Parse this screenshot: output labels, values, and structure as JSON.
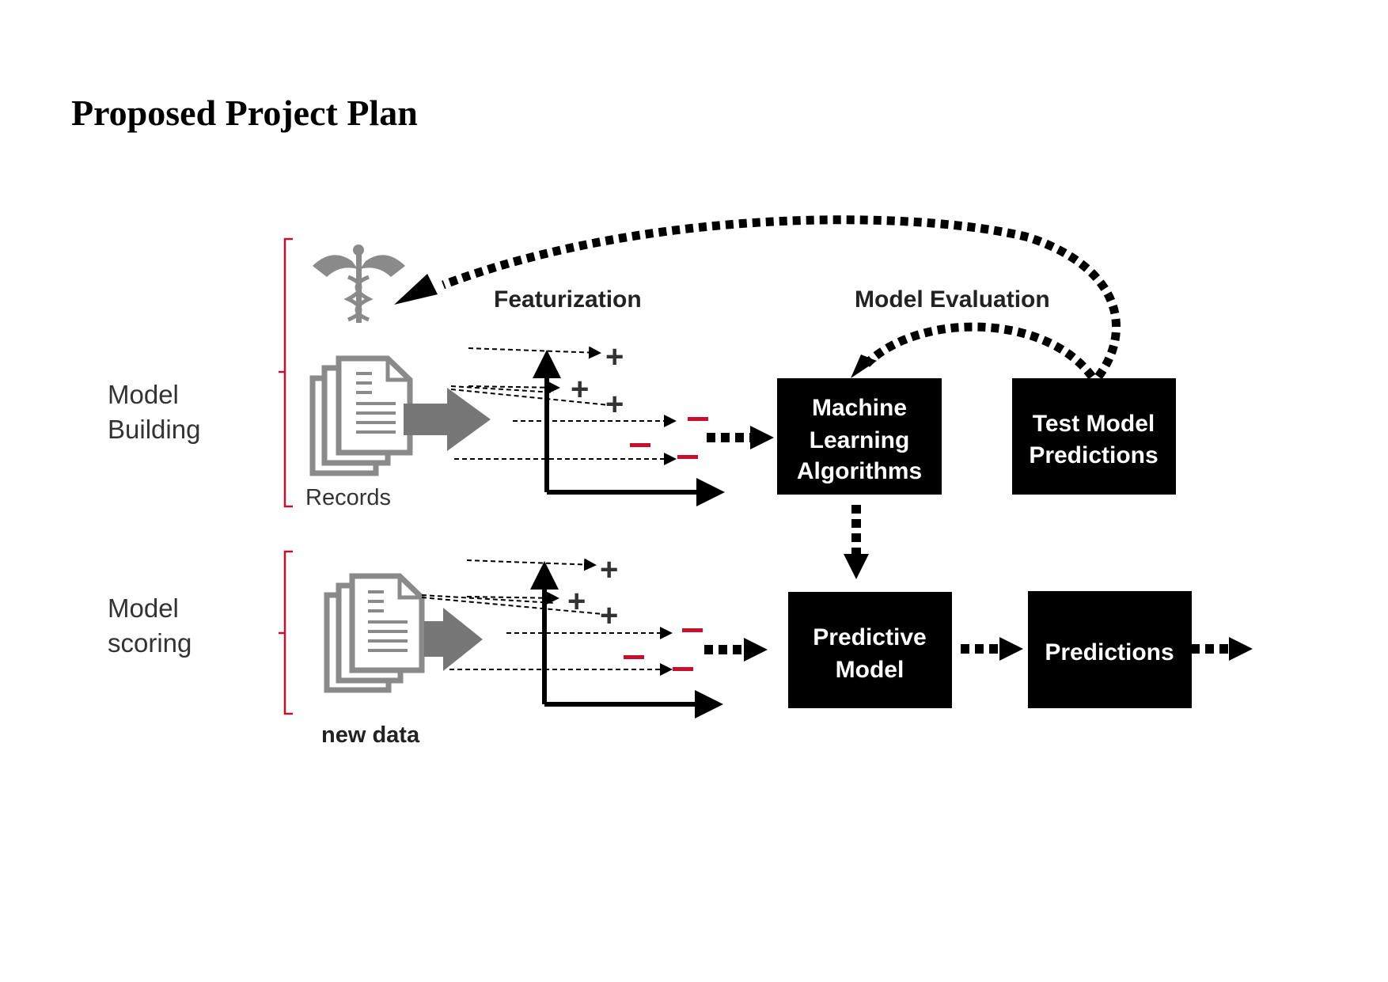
{
  "page": {
    "title": "Proposed Project Plan"
  },
  "sections": {
    "building": {
      "label_line1": "Model",
      "label_line2": "Building"
    },
    "scoring": {
      "label_line1": "Model",
      "label_line2": "scoring"
    }
  },
  "labels": {
    "featurization": "Featurization",
    "model_evaluation": "Model Evaluation",
    "records": "Records",
    "new_data": "new data"
  },
  "boxes": {
    "ml": {
      "line1": "Machine",
      "line2": "Learning",
      "line3": "Algorithms"
    },
    "test": {
      "line1": "Test Model",
      "line2": "Predictions"
    },
    "predictive": {
      "line1": "Predictive",
      "line2": "Model"
    },
    "predictions": {
      "line1": "Predictions"
    }
  },
  "markers": {
    "plus": "+",
    "minus": "−"
  },
  "icons": {
    "caduceus": "caduceus-icon",
    "records_doc": "document-stack-icon",
    "newdata_doc": "document-stack-icon"
  },
  "colors": {
    "bracket": "#c8102e",
    "minus": "#c8102e",
    "box": "#000000",
    "icon": "#8a8a8a"
  }
}
